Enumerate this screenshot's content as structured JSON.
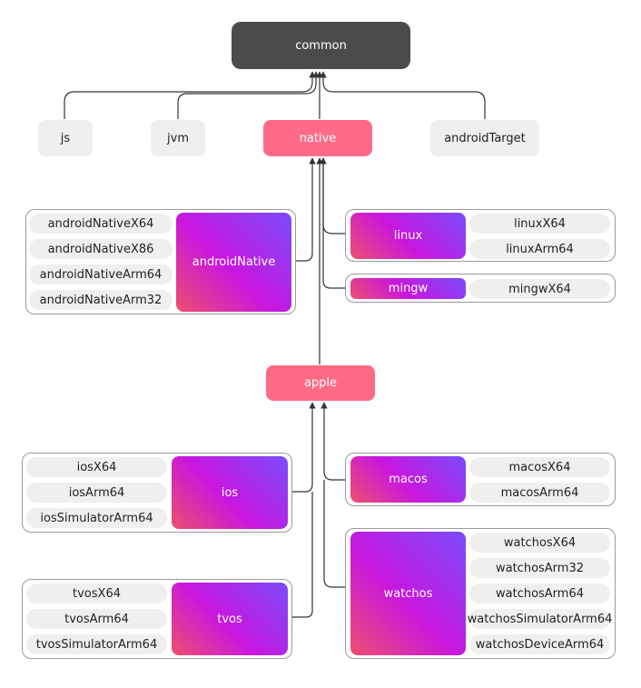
{
  "nodes": {
    "common": "common",
    "js": "js",
    "jvm": "jvm",
    "native": "native",
    "androidTarget": "androidTarget",
    "androidNative": "androidNative",
    "linux": "linux",
    "mingw": "mingw",
    "apple": "apple",
    "ios": "ios",
    "macos": "macos",
    "tvos": "tvos",
    "watchos": "watchos"
  },
  "targets": {
    "androidNative": [
      "androidNativeX64",
      "androidNativeX86",
      "androidNativeArm64",
      "androidNativeArm32"
    ],
    "linux": [
      "linuxX64",
      "linuxArm64"
    ],
    "mingw": [
      "mingwX64"
    ],
    "ios": [
      "iosX64",
      "iosArm64",
      "iosSimulatorArm64"
    ],
    "macos": [
      "macosX64",
      "macosArm64"
    ],
    "tvos": [
      "tvosX64",
      "tvosArm64",
      "tvosSimulatorArm64"
    ],
    "watchos": [
      "watchosX64",
      "watchosArm32",
      "watchosArm64",
      "watchosSimulatorArm64",
      "watchosDeviceArm64"
    ]
  },
  "colors": {
    "common": "#4b4b4b",
    "intermediate": "#ff6b86",
    "target_pill": "#efefef",
    "gradient_start": "#ee4f6e",
    "gradient_mid": "#c817de",
    "gradient_end": "#7a4cfb",
    "connector": "#333333"
  }
}
